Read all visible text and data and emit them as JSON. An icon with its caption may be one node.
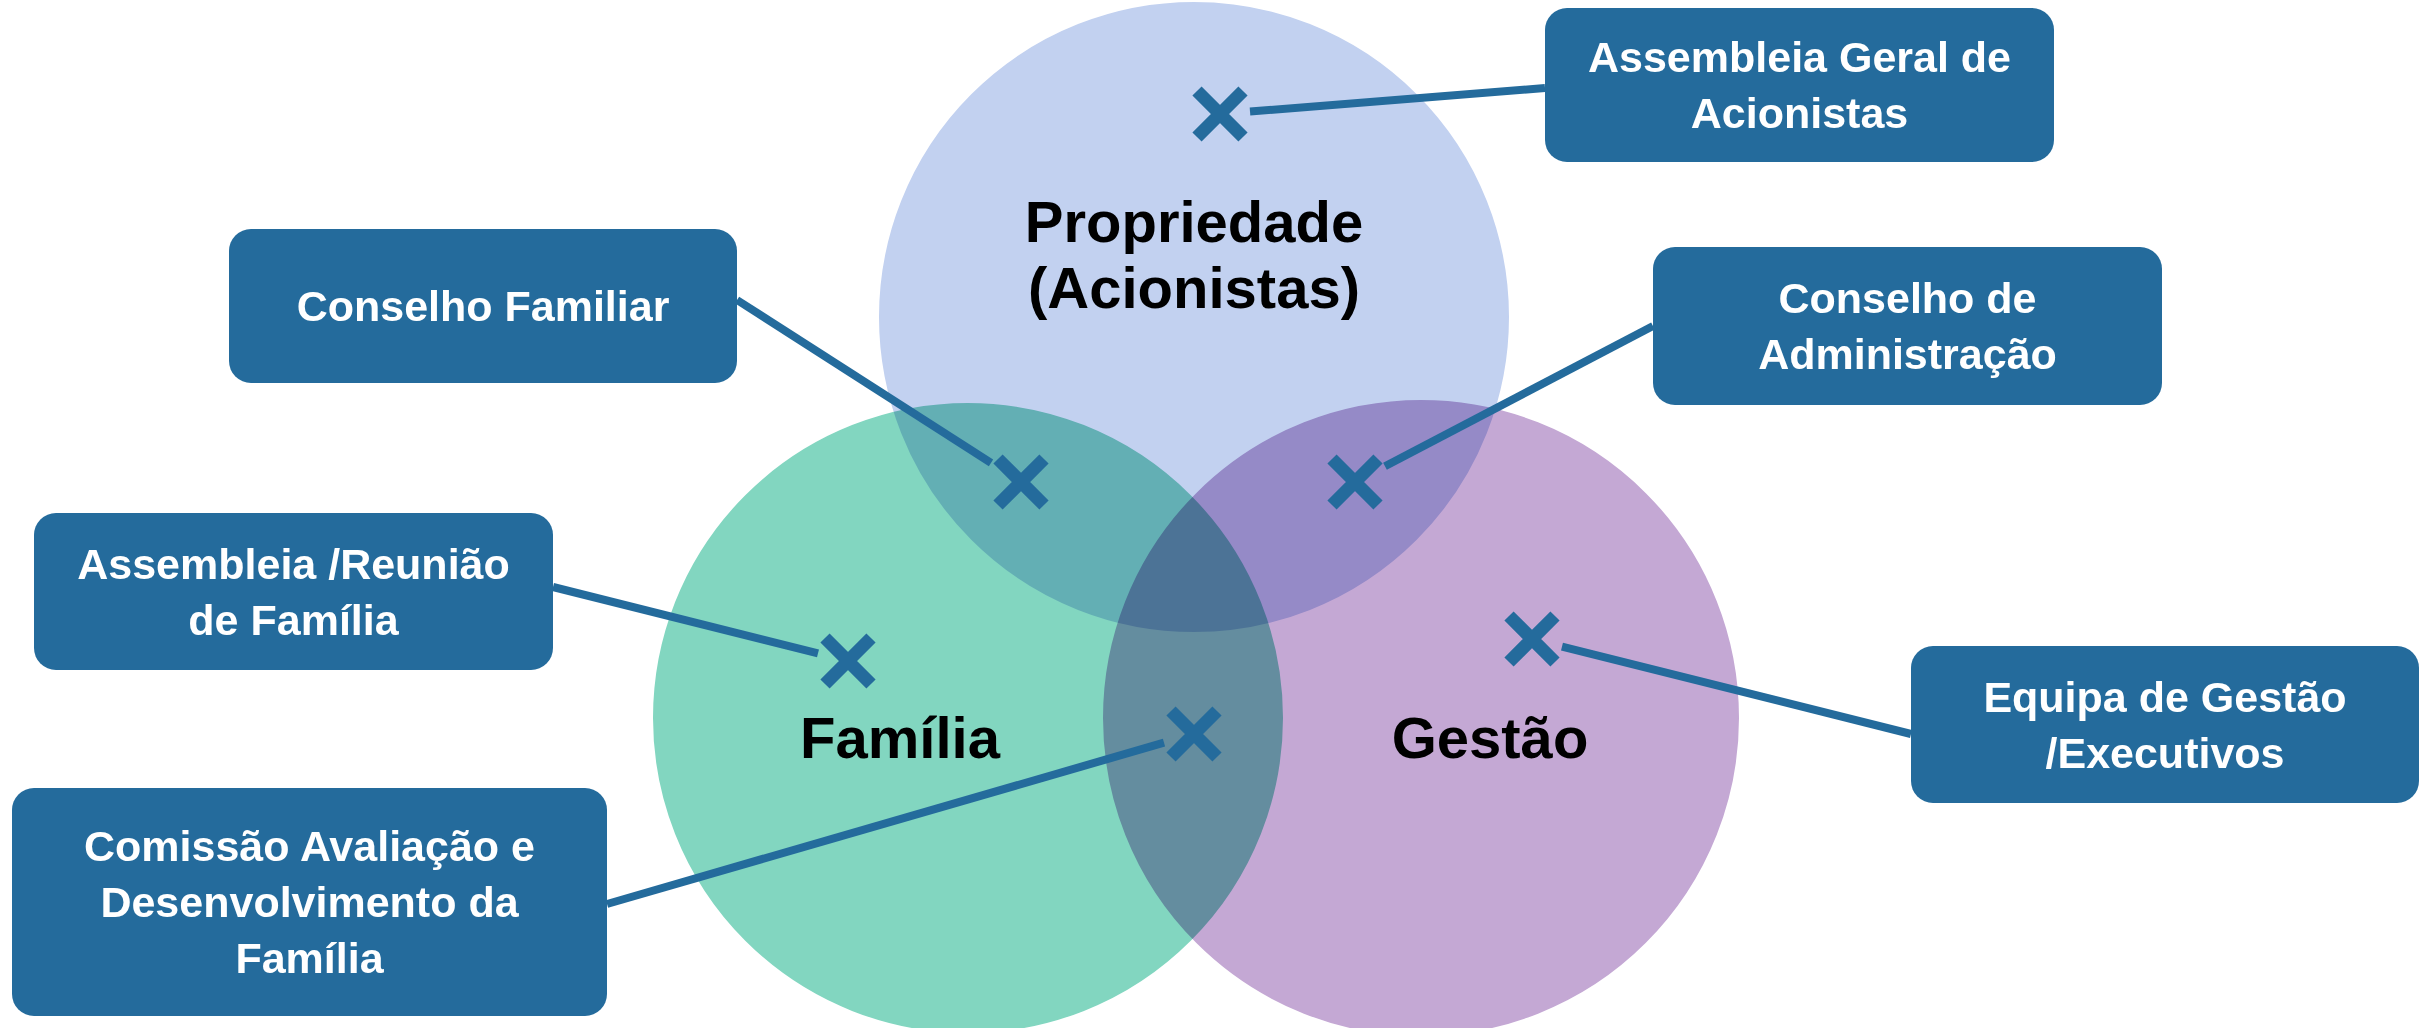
{
  "diagram": {
    "nodes": [
      {
        "text": [
          "Assembleia Geral de Acionistas"
        ]
      },
      {
        "text": [
          "Propriedade (Acionistas)"
        ]
      },
      {
        "text": [
          "Conselho Familiar"
        ]
      },
      {
        "text": [
          "Conselho de Administração"
        ]
      },
      {
        "text": [
          "Assembleia /Reunião de Família"
        ]
      },
      {
        "text": [
          "Família"
        ]
      },
      {
        "text": [
          "Gestão"
        ]
      },
      {
        "text": [
          "Equipa de Gestão /Executivos"
        ]
      },
      {
        "text": [
          "Comissão Avaliação e Desenvolvimento da Família"
        ]
      },
      {
        "text": [],
        "shape": "cross",
        "in": 1
      },
      {
        "text": [],
        "shape": "cross"
      },
      {
        "text": [],
        "shape": "cross"
      },
      {
        "text": [],
        "shape": "cross",
        "in": 6
      },
      {
        "text": [],
        "shape": "cross",
        "in": 5
      },
      {
        "text": [],
        "shape": "cross"
      }
    ],
    "edges": [
      {
        "from": 0,
        "to": 9,
        "arrow": "none"
      },
      {
        "from": 2,
        "to": 10,
        "arrow": "none"
      },
      {
        "from": 3,
        "to": 11,
        "arrow": "none"
      },
      {
        "from": 4,
        "to": 13,
        "arrow": "none"
      },
      {
        "from": 7,
        "to": 12,
        "arrow": "none"
      },
      {
        "from": 8,
        "to": 14,
        "arrow": "none"
      }
    ]
  }
}
